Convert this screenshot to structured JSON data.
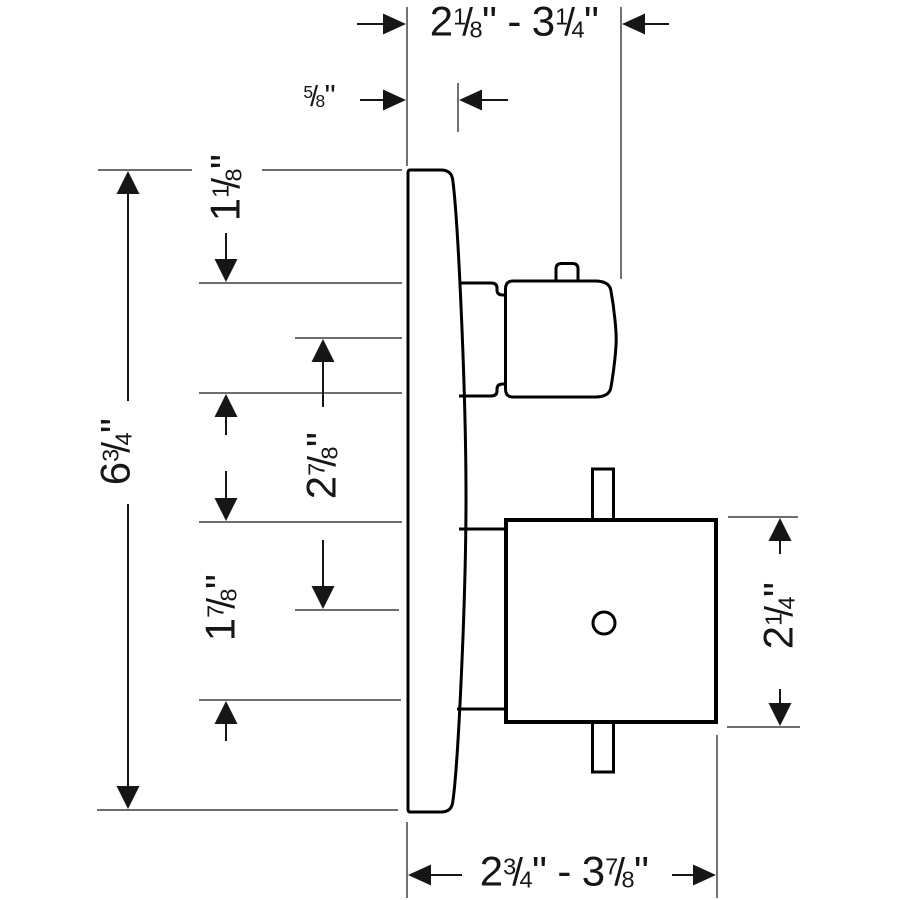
{
  "diagram": {
    "type": "technical-dimension-drawing",
    "subject": "thermostatic-shower-valve-trim-side-profile",
    "background": "#ffffff",
    "colors": {
      "object_outline": "#000000",
      "dimension": "#161616",
      "extension_line": "#5a5a5a"
    },
    "dimensions": {
      "top_width_range": "2⅛\" - 3¼\"",
      "plate_projection": "⅝\"",
      "plate_height": "6¾\"",
      "top_offset": "1⅛\"",
      "center_spacing": "2⅞\"",
      "lower_offset": "1⅞\"",
      "control_height": "2¼\"",
      "bottom_width_range": "2¾\" - 3⅞\""
    }
  }
}
